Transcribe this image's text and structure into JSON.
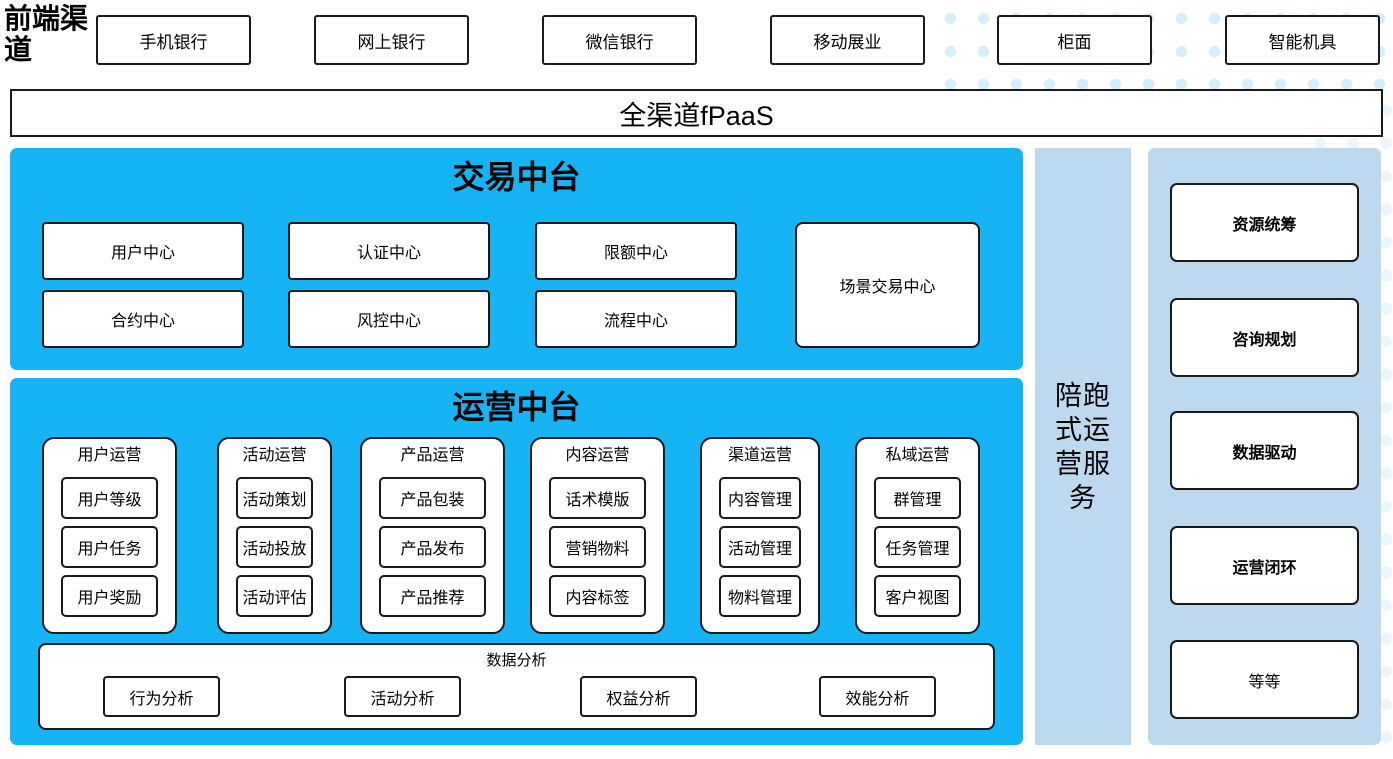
{
  "colors": {
    "platform_blue": "#16b4f4",
    "service_blue": "#bcd9ef",
    "dot_blue": "#d8edfa",
    "border": "#1a1a1a",
    "card_white": "#ffffff"
  },
  "frontend": {
    "label": "前端渠道",
    "channels": [
      {
        "label": "手机银行"
      },
      {
        "label": "网上银行"
      },
      {
        "label": "微信银行"
      },
      {
        "label": "移动展业"
      },
      {
        "label": "柜面"
      },
      {
        "label": "智能机具"
      }
    ]
  },
  "fpaas": {
    "label": "全渠道fPaaS"
  },
  "trade_platform": {
    "title": "交易中台",
    "cards": [
      {
        "label": "用户中心"
      },
      {
        "label": "认证中心"
      },
      {
        "label": "限额中心"
      },
      {
        "label": "合约中心"
      },
      {
        "label": "风控中心"
      },
      {
        "label": "流程中心"
      }
    ],
    "wide_card": {
      "label": "场景交易中心"
    }
  },
  "operation_platform": {
    "title": "运营中台",
    "groups": [
      {
        "title": "用户运营",
        "items": [
          "用户等级",
          "用户任务",
          "用户奖励"
        ]
      },
      {
        "title": "活动运营",
        "items": [
          "活动策划",
          "活动投放",
          "活动评估"
        ]
      },
      {
        "title": "产品运营",
        "items": [
          "产品包装",
          "产品发布",
          "产品推荐"
        ]
      },
      {
        "title": "内容运营",
        "items": [
          "话术模版",
          "营销物料",
          "内容标签"
        ]
      },
      {
        "title": "渠道运营",
        "items": [
          "内容管理",
          "活动管理",
          "物料管理"
        ]
      },
      {
        "title": "私域运营",
        "items": [
          "群管理",
          "任务管理",
          "客户视图"
        ]
      }
    ],
    "analysis": {
      "title": "数据分析",
      "items": [
        "行为分析",
        "活动分析",
        "权益分析",
        "效能分析"
      ]
    }
  },
  "companion_service": {
    "label": "陪跑式运营服务"
  },
  "service_column": {
    "cards": [
      {
        "label": "资源统筹",
        "bold": true
      },
      {
        "label": "咨询规划",
        "bold": true
      },
      {
        "label": "数据驱动",
        "bold": true
      },
      {
        "label": "运营闭环",
        "bold": true
      },
      {
        "label": "等等",
        "bold": false
      }
    ]
  }
}
